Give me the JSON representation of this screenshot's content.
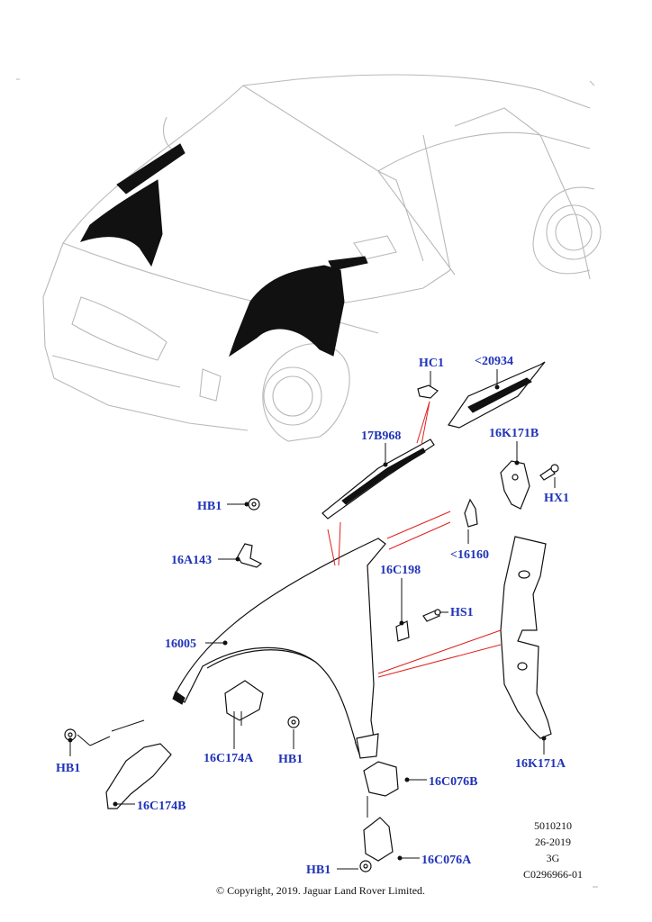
{
  "diagram": {
    "labels": {
      "HC1": "HC1",
      "p20934": "<20934",
      "p17B968": "17B968",
      "p16K171B": "16K171B",
      "HX1": "HX1",
      "HB1_top": "HB1",
      "p16A143": "16A143",
      "p16160": "<16160",
      "p16C198": "16C198",
      "HS1": "HS1",
      "p16005": "16005",
      "HB1_left": "HB1",
      "p16C174A": "16C174A",
      "HB1_mid": "HB1",
      "p16K171A": "16K171A",
      "p16C076B": "16C076B",
      "p16C174B": "16C174B",
      "p16C076A": "16C076A",
      "HB1_bottom": "HB1"
    },
    "reference": {
      "code1": "5010210",
      "code2": "26-2019",
      "code3": "3G",
      "code4": "C0296966-01"
    },
    "copyright": "© Copyright, 2019. Jaguar Land Rover Limited.",
    "colors": {
      "label_blue": "#1f33b8",
      "callout_red": "#e0211d",
      "line_black": "#111111",
      "outline_grey": "#b9b9b9"
    }
  }
}
